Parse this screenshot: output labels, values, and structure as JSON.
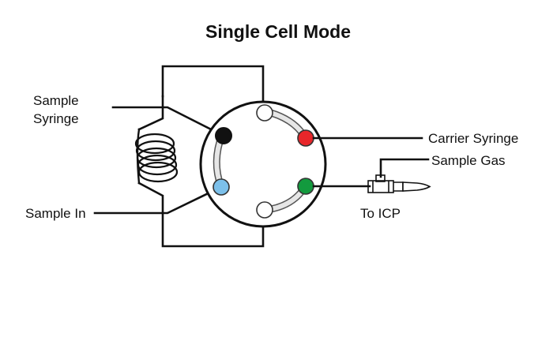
{
  "title": "Single Cell Mode",
  "labels": {
    "sample_syringe_line1": "Sample",
    "sample_syringe_line2": "Syringe",
    "sample_in": "Sample In",
    "carrier_syringe": "Carrier Syringe",
    "sample_gas": "Sample Gas",
    "to_icp": "To ICP"
  },
  "ports": {
    "sample_syringe": {
      "color": "#111111",
      "name": "black"
    },
    "sample_in": {
      "color": "#7cc0ea",
      "name": "light-blue"
    },
    "carrier_syringe": {
      "color": "#e8262a",
      "name": "red"
    },
    "to_icp": {
      "color": "#139a3e",
      "name": "green"
    },
    "upper_open": {
      "color": "#ffffff",
      "name": "white"
    },
    "lower_open": {
      "color": "#ffffff",
      "name": "white"
    }
  }
}
